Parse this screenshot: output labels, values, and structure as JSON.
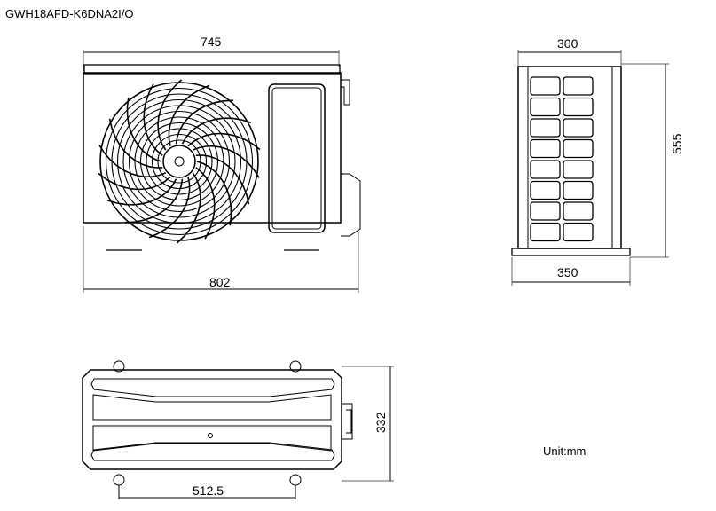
{
  "model": "GWH18AFD-K6DNA2I/O",
  "front_view": {
    "width_top": "745",
    "width_bottom": "802"
  },
  "side_view": {
    "depth_top": "300",
    "depth_bottom": "350",
    "height": "555"
  },
  "top_view": {
    "depth": "332",
    "foot_spacing": "512.5"
  },
  "unit": "Unit:mm"
}
